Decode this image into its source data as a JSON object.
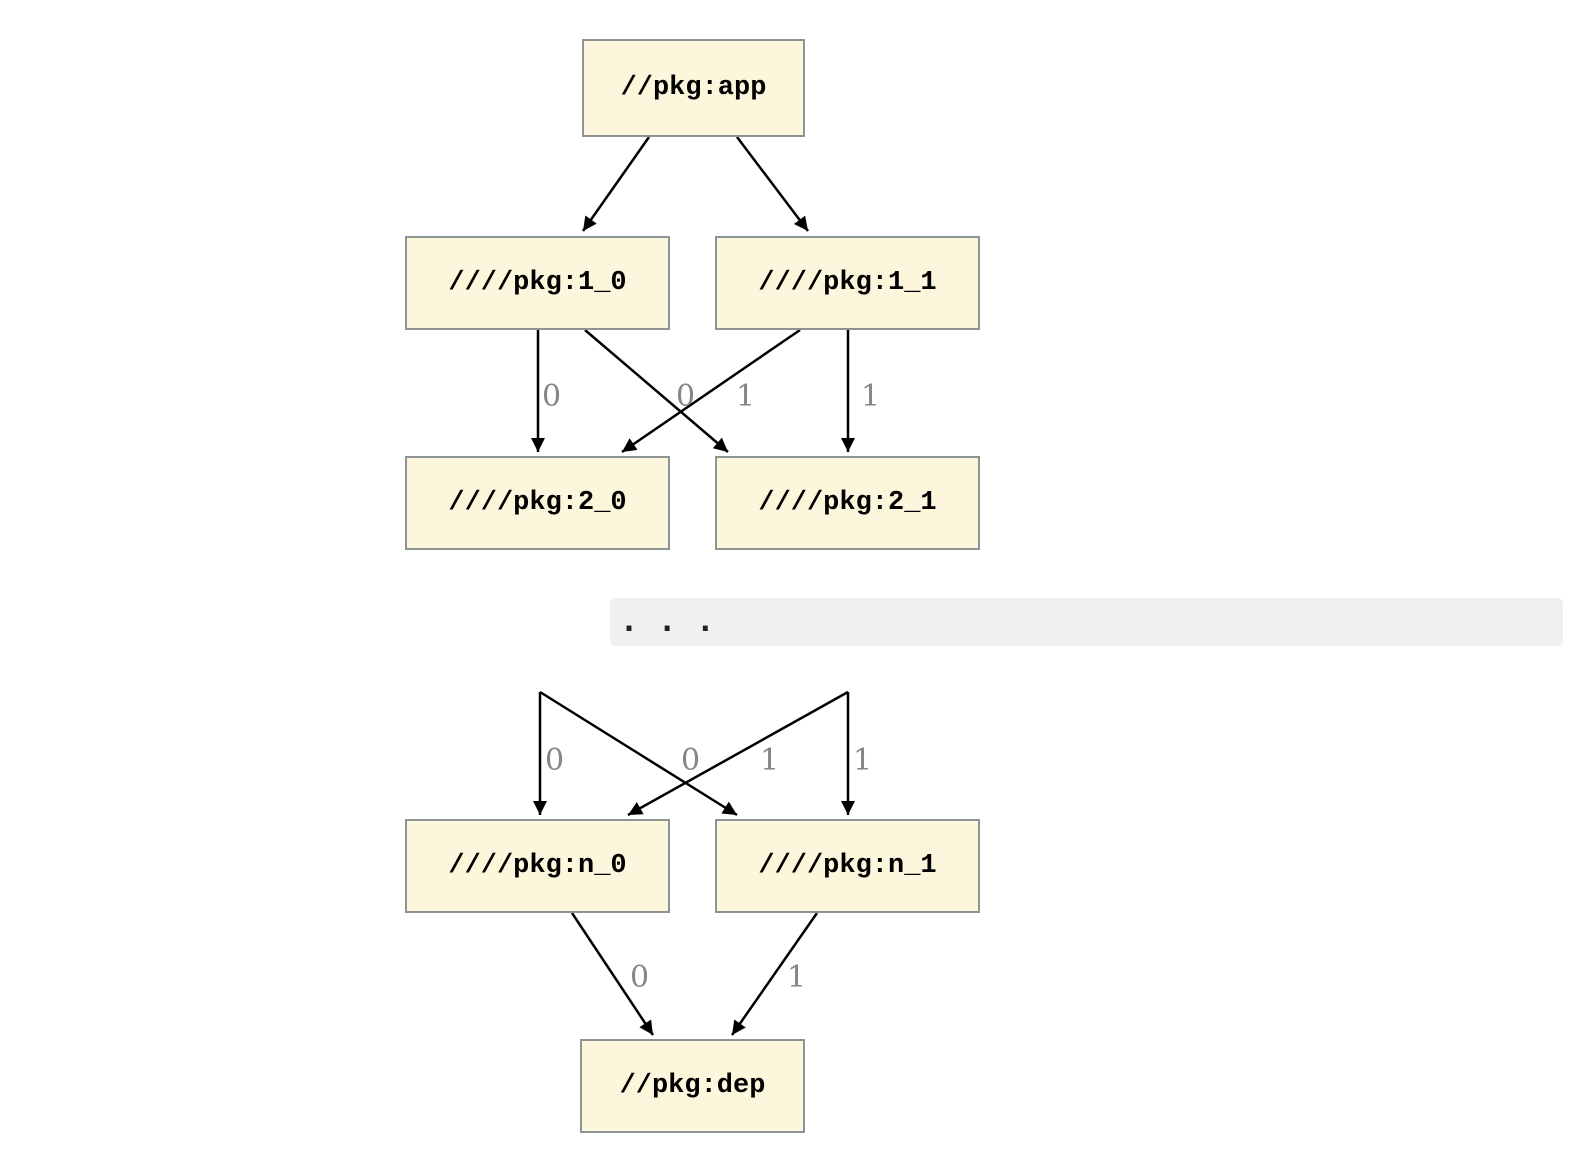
{
  "diagram": {
    "nodes": {
      "app": "//pkg:app",
      "l1_0": "////pkg:1_0",
      "l1_1": "////pkg:1_1",
      "l2_0": "////pkg:2_0",
      "l2_1": "////pkg:2_1",
      "n_0": "////pkg:n_0",
      "n_1": "////pkg:n_1",
      "dep": "//pkg:dep"
    },
    "edge_labels": {
      "b_0_straight": "0",
      "b_0_cross": "0",
      "b_1_cross": "1",
      "b_1_straight": "1",
      "c_0_straight": "0",
      "c_0_cross": "0",
      "c_1_cross": "1",
      "c_1_straight": "1",
      "d_0": "0",
      "d_1": "1"
    },
    "ellipsis": ". . .",
    "colors": {
      "node_fill": "#fcf6dd",
      "node_border": "#8d9492",
      "edge": "#000000",
      "edge_label": "#858585",
      "ellipsis_bar_bg": "#f0f0f0",
      "ellipsis_dots": "#222222"
    }
  }
}
